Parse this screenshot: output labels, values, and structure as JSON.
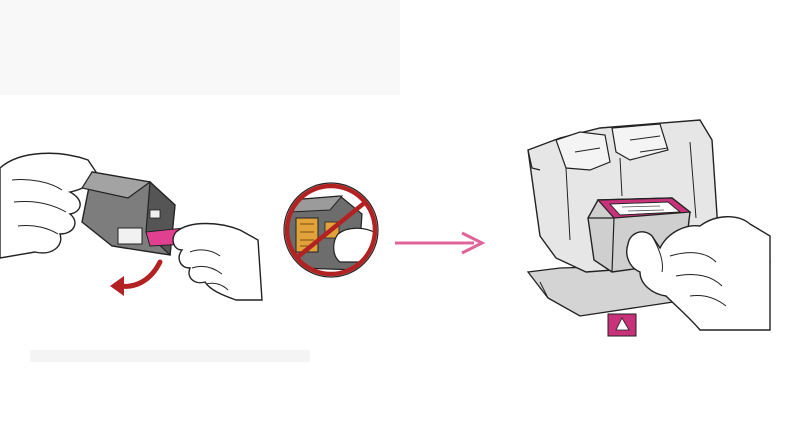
{
  "diagram": {
    "steps": [
      {
        "name": "remove-tape",
        "icon": "hand-pulling-tape-icon"
      },
      {
        "name": "do-not-touch",
        "icon": "no-touch-contacts-icon"
      },
      {
        "name": "insert-cartridge",
        "icon": "hand-inserting-cartridge-icon"
      }
    ],
    "arrow_icon": "right-arrow-icon",
    "slot_badge_icon": "color-drop-icon",
    "colors": {
      "accent_pink": "#e0649a",
      "tape_magenta": "#e0408f",
      "cartridge_pink": "#c8327a",
      "prohibit_red": "#b22222",
      "contact_gold": "#e2a23a",
      "line": "#222222",
      "grey_fill": "#dcdcdc"
    }
  }
}
